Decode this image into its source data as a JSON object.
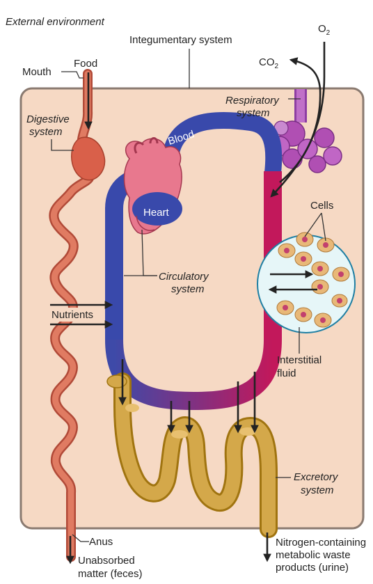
{
  "labels": {
    "external_environment": "External environment",
    "integumentary_system": "Integumentary system",
    "o2_main": "O",
    "o2_sub": "2",
    "co2_main": "CO",
    "co2_sub": "2",
    "mouth": "Mouth",
    "food": "Food",
    "respiratory_line1": "Respiratory",
    "respiratory_line2": "system",
    "digestive_line1": "Digestive",
    "digestive_line2": "system",
    "blood": "Blood",
    "heart": "Heart",
    "cells": "Cells",
    "circulatory_line1": "Circulatory",
    "circulatory_line2": "system",
    "nutrients": "Nutrients",
    "interstitial_line1": "Interstitial",
    "interstitial_line2": "fluid",
    "excretory_line1": "Excretory",
    "excretory_line2": "system",
    "anus": "Anus",
    "unabsorbed_line1": "Unabsorbed",
    "unabsorbed_line2": "matter (feces)",
    "nitrogen_line1": "Nitrogen-containing",
    "nitrogen_line2": "metabolic waste",
    "nitrogen_line3": "products (urine)"
  },
  "colors": {
    "body_fill": "#f6d9c4",
    "body_stroke": "#8a7a70",
    "blood_oxygenated": "#c2185b",
    "blood_deoxygenated": "#3949ab",
    "digestive": "#d9604a",
    "excretory": "#c99a2e",
    "respiratory": "#b04fb3",
    "interstitial_fluid": "#e6f6f8",
    "cell_fill": "#e8b878",
    "nucleus": "#c2406e"
  }
}
